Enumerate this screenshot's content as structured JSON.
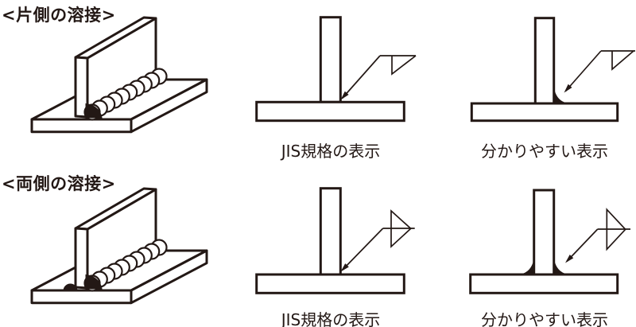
{
  "colors": {
    "ink": "#231815",
    "background": "#ffffff"
  },
  "sections": [
    {
      "heading": "<片側の溶接>",
      "illustration": "t-joint-fillet-weld-one-side-3d",
      "panels": {
        "jis_caption": "JIS規格の表示",
        "jis_symbol": "fillet-weld-arrow-side-symbol",
        "clear_caption": "分かりやすい表示",
        "clear_symbol": "fillet-weld-arrow-side-symbol-with-weld-shown"
      }
    },
    {
      "heading": "<両側の溶接>",
      "illustration": "t-joint-fillet-weld-both-sides-3d",
      "panels": {
        "jis_caption": "JIS規格の表示",
        "jis_symbol": "double-fillet-weld-symbol",
        "clear_caption": "分かりやすい表示",
        "clear_symbol": "double-fillet-weld-symbol-with-welds-shown"
      }
    }
  ]
}
